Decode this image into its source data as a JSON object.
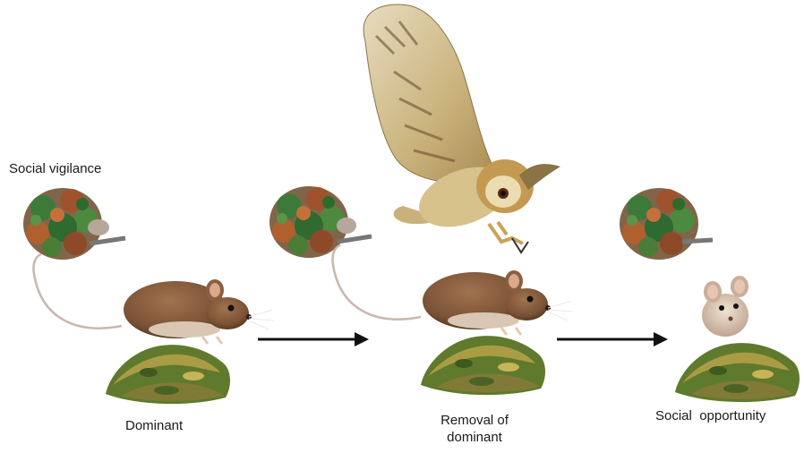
{
  "labels": {
    "social_vigilance": "Social vigilance",
    "dominant": "Dominant",
    "removal_line1": "Removal of",
    "removal_line2": "dominant",
    "social_opportunity": "Social  opportunity"
  },
  "colors": {
    "mouse_brown": "#7a5236",
    "mouse_belly": "#d9c7b3",
    "moss_green": "#5f7a2c",
    "moss_gold": "#b7a24a",
    "shrub_green": "#3d7a3a",
    "shrub_rust": "#a0522d",
    "owl_tan": "#c9b27a",
    "owl_dark": "#6b5230",
    "arrow": "#111111"
  },
  "icons": {
    "panel1": [
      "shrub-with-hidden-mouse",
      "mouse-dominant",
      "mossy-rock"
    ],
    "panel2": [
      "owl-predator",
      "shrub-with-hidden-mouse",
      "mouse-dominant",
      "mossy-rock"
    ],
    "panel3": [
      "shrub",
      "mouse-subordinate",
      "mossy-rock"
    ]
  }
}
